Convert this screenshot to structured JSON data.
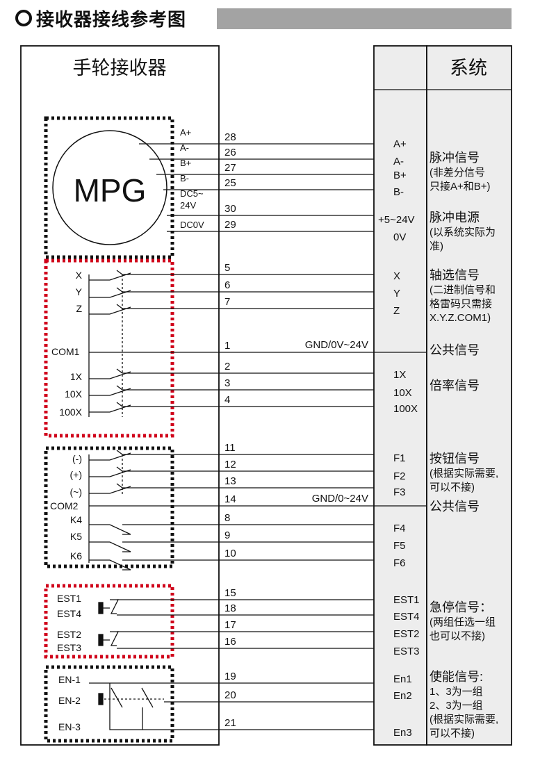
{
  "header": {
    "title": "接收器接线参考图"
  },
  "receiver": {
    "title": "手轮接收器",
    "mpg_label": "MPG",
    "mpg_pins": [
      "A+",
      "A-",
      "B+",
      "B-",
      "DC5~",
      "24V",
      "DC0V"
    ],
    "axis_inputs": [
      "X",
      "Y",
      "Z"
    ],
    "com1": "COM1",
    "rate_inputs": [
      "1X",
      "10X",
      "100X"
    ],
    "buttons": [
      "(-)",
      "(+)",
      "(~)"
    ],
    "com2": "COM2",
    "keys": [
      "K4",
      "K5",
      "K6"
    ],
    "est_group1": [
      "EST1",
      "EST4"
    ],
    "est_group2": [
      "EST2",
      "EST3"
    ],
    "en_inputs": [
      "EN-1",
      "EN-2",
      "EN-3"
    ]
  },
  "wires": [
    {
      "num": "28"
    },
    {
      "num": "26"
    },
    {
      "num": "27"
    },
    {
      "num": "25"
    },
    {
      "num": "30"
    },
    {
      "num": "29"
    },
    {
      "num": "5"
    },
    {
      "num": "6"
    },
    {
      "num": "7"
    },
    {
      "num": "1",
      "note": "GND/0V~24V"
    },
    {
      "num": "2"
    },
    {
      "num": "3"
    },
    {
      "num": "4"
    },
    {
      "num": "11"
    },
    {
      "num": "12"
    },
    {
      "num": "13"
    },
    {
      "num": "14",
      "note": "GND/0~24V"
    },
    {
      "num": "8"
    },
    {
      "num": "9"
    },
    {
      "num": "10"
    },
    {
      "num": "15"
    },
    {
      "num": "18"
    },
    {
      "num": "17"
    },
    {
      "num": "16"
    },
    {
      "num": "19"
    },
    {
      "num": "20"
    },
    {
      "num": "21"
    }
  ],
  "system": {
    "title": "系统",
    "terminals": [
      "A+",
      "A-",
      "B+",
      "B-",
      "+5~24V",
      "0V",
      "X",
      "Y",
      "Z",
      "1X",
      "10X",
      "100X",
      "F1",
      "F2",
      "F3",
      "F4",
      "F5",
      "F6",
      "EST1",
      "EST4",
      "EST2",
      "EST3",
      "En1",
      "En2",
      "En3"
    ],
    "desc": {
      "pulse": [
        "脉冲信号",
        "(非差分信号",
        "只接A+和B+)"
      ],
      "power": [
        "脉冲电源",
        "(以系统实际为",
        "准)"
      ],
      "axis": [
        "轴选信号",
        "(二进制信号和",
        "格雷码只需接",
        "X.Y.Z.COM1)"
      ],
      "common1": "公共信号",
      "rate": "倍率信号",
      "button": [
        "按钮信号",
        "(根据实际需要,",
        "可以不接)"
      ],
      "common2": "公共信号",
      "estop": [
        "急停信号：",
        "(两组任选一组",
        "也可以不接)"
      ],
      "enable": [
        "使能信号:",
        "1、3为一组",
        "2、3为一组",
        "(根据实际需要,",
        "可以不接)"
      ]
    }
  },
  "colors": {
    "red_dotted": "#d0021b",
    "black_dotted": "#111111",
    "system_bg": "#ededed",
    "title_bar": "#a3a3a3"
  }
}
